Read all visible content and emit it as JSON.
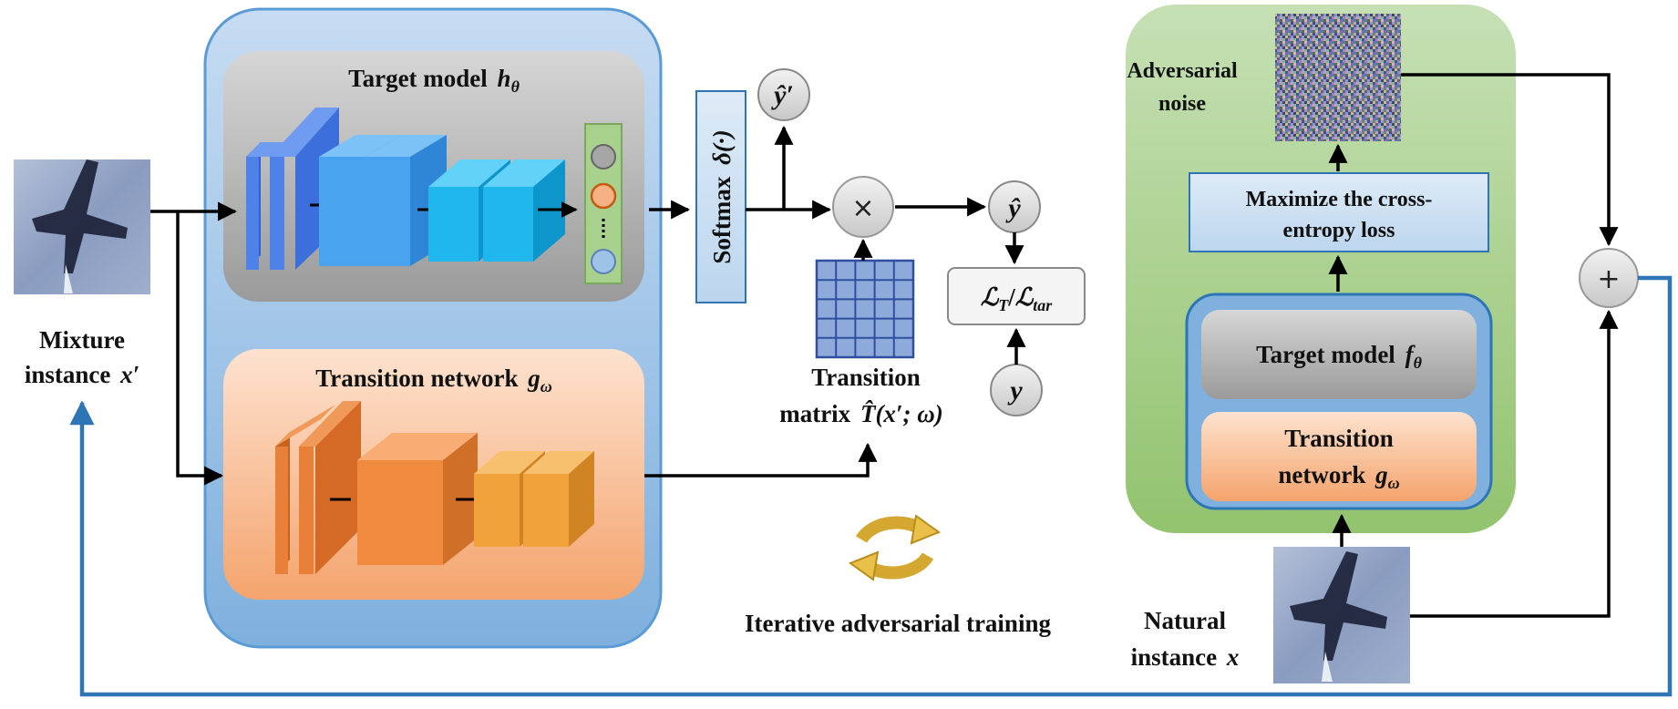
{
  "target_model_top": {
    "label": "Target model",
    "symbol": "h",
    "subscript": "θ"
  },
  "transition_network_top": {
    "label": "Transition network",
    "symbol": "g",
    "subscript": "ω"
  },
  "mixture_instance": {
    "line1": "Mixture",
    "line2": "instance",
    "symbol": "x′"
  },
  "softmax": {
    "label": "Softmax",
    "symbol": "δ(·)"
  },
  "y_prime": {
    "symbol": "ŷ′"
  },
  "y_hat": {
    "symbol": "ŷ"
  },
  "y_true": {
    "symbol": "y"
  },
  "multiply_op": {
    "symbol": "×"
  },
  "loss": {
    "text1": "ℒ",
    "sub1": "T",
    "slash": "/",
    "text2": "ℒ",
    "sub2": "tar"
  },
  "transition_matrix": {
    "line1": "Transition",
    "line2": "matrix",
    "symbol": "T̂",
    "args": "(x′; ω)"
  },
  "iterative_training": {
    "label": "Iterative adversarial training"
  },
  "natural_instance": {
    "line1": "Natural",
    "line2": "instance",
    "symbol": "x"
  },
  "adversarial_noise": {
    "line1": "Adversarial",
    "line2": "noise"
  },
  "maximize_loss": {
    "line1": "Maximize the cross-",
    "line2": "entropy loss"
  },
  "target_model_right": {
    "label": "Target model",
    "symbol": "f",
    "subscript": "θ"
  },
  "transition_network_right": {
    "line1": "Transition",
    "line2": "network",
    "symbol": "g",
    "subscript": "ω"
  },
  "plus_op": {
    "symbol": "+"
  },
  "colors": {
    "panel_blue": "#9cc3e6",
    "panel_green": "#a9d18e",
    "gray_box": "#b8b8b8",
    "orange_box": "#f4b183",
    "arrow": "#000000",
    "feedback_arrow": "#2e75b6"
  },
  "icons": [
    "airplane-photo",
    "noise-pattern",
    "recycle-arrows-icon"
  ]
}
